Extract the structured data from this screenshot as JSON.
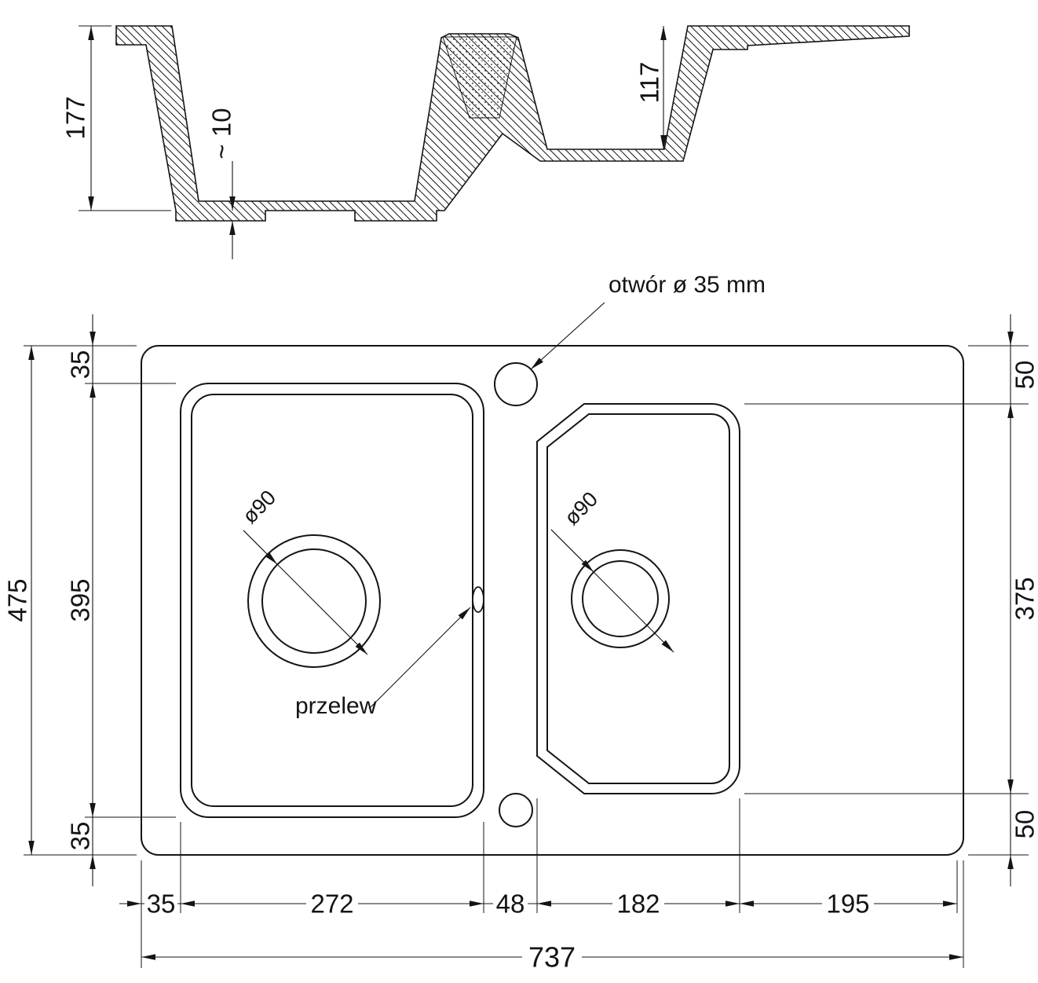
{
  "labels": {
    "hole": "otwór ø 35 mm",
    "overflow": "przelew",
    "drain_left": "ø90",
    "drain_right": "ø90"
  },
  "section_dims": {
    "depth_total": "177",
    "bottom_height": "~ 10",
    "depth_right": "117"
  },
  "plan_dims": {
    "total_height": "475",
    "bowl_height": "395",
    "margin_top": "35",
    "margin_bottom": "35",
    "right_top": "50",
    "right_bowl_height": "375",
    "right_bottom": "50",
    "margin_left": "35",
    "bowl1_width": "272",
    "gap_width": "48",
    "bowl2_width": "182",
    "drainer_width": "195",
    "total_width": "737"
  }
}
